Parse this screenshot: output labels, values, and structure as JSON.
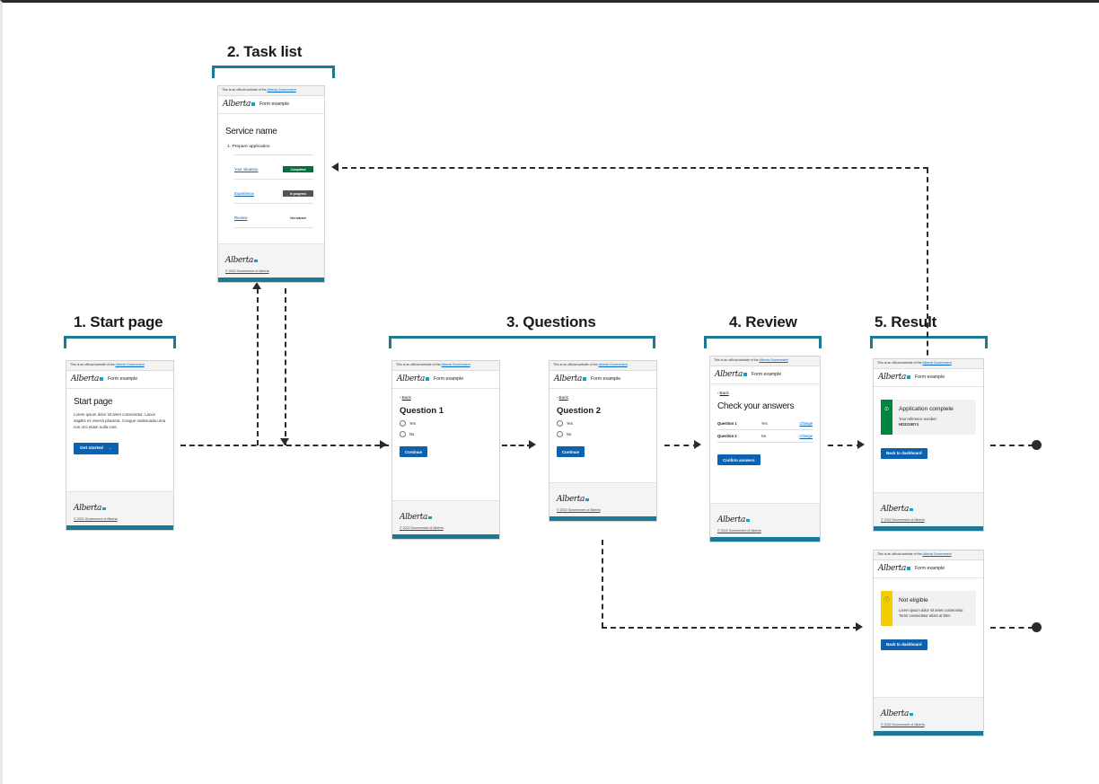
{
  "diagram": {
    "sections": [
      {
        "id": "start",
        "label": "1. Start page"
      },
      {
        "id": "tasklist",
        "label": "2. Task list"
      },
      {
        "id": "questions",
        "label": "3. Questions"
      },
      {
        "id": "review",
        "label": "4. Review"
      },
      {
        "id": "result",
        "label": "5. Result"
      }
    ],
    "colors": {
      "accent_teal": "#1a7a96",
      "link_blue": "#0a62b0",
      "button_blue": "#0a62b0",
      "success_green": "#00853f",
      "badge_green": "#00703c",
      "badge_gray": "#545454",
      "warning_yellow": "#f2cd00",
      "connector": "#2b2b2b"
    }
  },
  "common": {
    "gov_bar_prefix": "This is an official website of the ",
    "gov_bar_link": "Alberta Government",
    "wordmark": "Alberta",
    "brand_label": "Form example",
    "footer_copy": "© 2022 Government of Alberta",
    "back_label": "Back",
    "back_chevron": "‹"
  },
  "screens": {
    "start": {
      "heading": "Start page",
      "paragraph": "Lorem ipsum dolor sit amet consectetur. Lacus sagittis mi viverra pharetra. Congue malesuada urna non orci etiam nulla cras.",
      "button": "Get started",
      "button_arrow": "→"
    },
    "tasklist": {
      "heading": "Service name",
      "group": "1. Prepare application",
      "tasks": [
        {
          "name": "Your situation",
          "status": "Completed",
          "state": "done"
        },
        {
          "name": "Experience",
          "status": "In progress",
          "state": "prog"
        },
        {
          "name": "Review",
          "status": "Not started",
          "state": "none"
        }
      ]
    },
    "question1": {
      "heading": "Question 1",
      "options": [
        "Yes",
        "No"
      ],
      "button": "Continue"
    },
    "question2": {
      "heading": "Question 2",
      "options": [
        "Yes",
        "No"
      ],
      "button": "Continue"
    },
    "review": {
      "heading": "Check your answers",
      "rows": [
        {
          "question": "Question 1",
          "answer": "Yes",
          "action": "Change"
        },
        {
          "question": "Question 2",
          "answer": "No",
          "action": "Change"
        }
      ],
      "button": "Confirm answers"
    },
    "result_complete": {
      "panel_icon": "⊙",
      "panel_title": "Application complete",
      "reference_label": "Your reference number:",
      "reference_number": "HD3219074",
      "button": "Back to dashboard"
    },
    "result_not_eligible": {
      "panel_icon": "ⓘ",
      "panel_title": "Not eligible",
      "panel_text": "Lorem ipsum dolor sit amet consectetur. Tortor consectetur etiam at blen.",
      "button": "Back to dashboard"
    }
  }
}
